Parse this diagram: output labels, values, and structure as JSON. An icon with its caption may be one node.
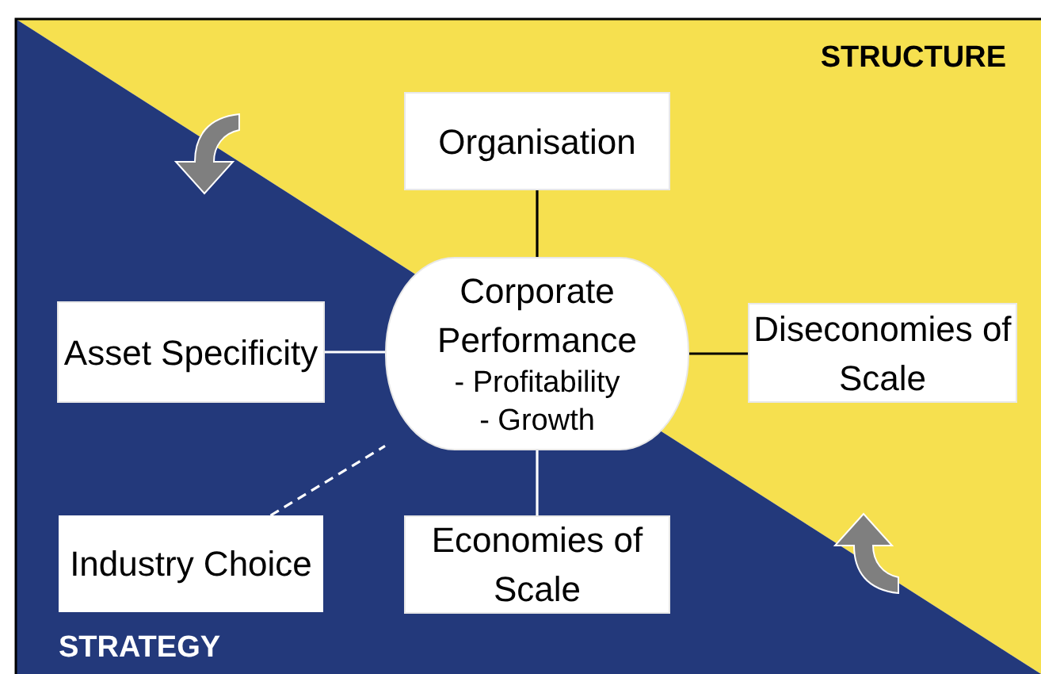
{
  "diagram": {
    "nodes": [
      {
        "text": [
          "Organisation"
        ]
      },
      {
        "text": [
          "Corporate Performance",
          "- Profitability",
          "- Growth"
        ]
      },
      {
        "text": [
          "Asset Specificity"
        ]
      },
      {
        "text": [
          "Diseconomies of Scale"
        ]
      },
      {
        "text": [
          "Industry Choice"
        ]
      },
      {
        "text": [
          "Economies of Scale"
        ]
      }
    ],
    "edges": [
      {
        "from": 0,
        "to": 1,
        "arrow": "none",
        "color": "#000000"
      },
      {
        "from": 2,
        "to": 1,
        "arrow": "none"
      },
      {
        "from": 1,
        "to": 3,
        "arrow": "none",
        "color": "#000000"
      },
      {
        "from": 4,
        "to": 1,
        "arrow": "none",
        "style": "dashed"
      },
      {
        "from": 1,
        "to": 5,
        "arrow": "none"
      }
    ],
    "labels": [
      "STRUCTURE",
      "STRATEGY"
    ]
  }
}
